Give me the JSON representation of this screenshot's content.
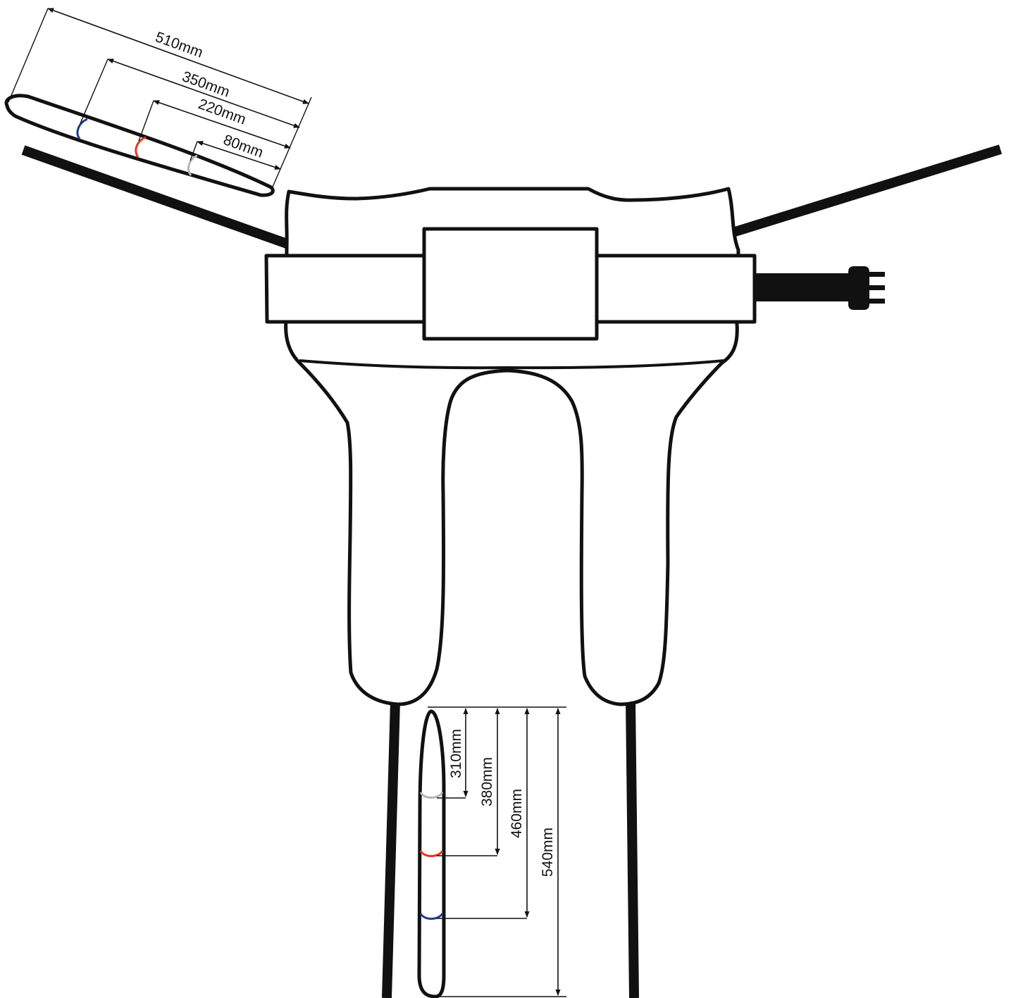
{
  "colors": {
    "outline": "#111111",
    "background": "#ffffff",
    "marker_blue": "#1f3c8c",
    "marker_red": "#e8341c",
    "marker_grey": "#b4b4b4"
  },
  "top_dimensions": [
    {
      "label": "510mm",
      "marker": "none"
    },
    {
      "label": "350mm",
      "marker": "blue"
    },
    {
      "label": "220mm",
      "marker": "red"
    },
    {
      "label": "80mm",
      "marker": "grey"
    }
  ],
  "leg_dimensions": [
    {
      "label": "310mm",
      "marker": "grey"
    },
    {
      "label": "380mm",
      "marker": "red"
    },
    {
      "label": "460mm",
      "marker": "blue"
    },
    {
      "label": "540mm",
      "marker": "none"
    }
  ],
  "icons": [
    "power-plug-icon"
  ]
}
